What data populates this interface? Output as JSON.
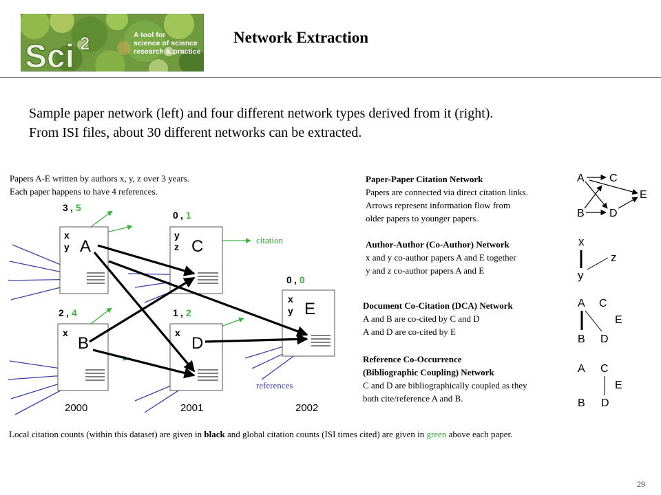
{
  "slide": {
    "title": "Network Extraction",
    "intro_line1": "Sample paper network (left) and four different network types derived from it (right).",
    "intro_line2": "From ISI files, about 30 different networks can be extracted.",
    "page_number": "29"
  },
  "logo": {
    "tagline_lines": [
      "A tool for",
      "science of science",
      "research & practice"
    ],
    "wordmark": "Sci",
    "superscript": "2"
  },
  "left_description": [
    "Papers A-E written by authors x, y, z over 3 years.",
    "Each paper happens to have 4 references."
  ],
  "papers": [
    {
      "id": "A",
      "authors": [
        "x",
        "y"
      ],
      "local_count": "3",
      "global_count": "5"
    },
    {
      "id": "B",
      "authors": [
        "x"
      ],
      "local_count": "2",
      "global_count": "4"
    },
    {
      "id": "C",
      "authors": [
        "y",
        "z"
      ],
      "local_count": "0",
      "global_count": "1"
    },
    {
      "id": "D",
      "authors": [
        "x"
      ],
      "local_count": "1",
      "global_count": "2"
    },
    {
      "id": "E",
      "authors": [
        "x",
        "y"
      ],
      "local_count": "0",
      "global_count": "0"
    }
  ],
  "diagram_labels": {
    "citation": "citation",
    "references": "references",
    "years": [
      "2000",
      "2001",
      "2002"
    ]
  },
  "networks": [
    {
      "title": "Paper-Paper Citation Network",
      "lines": [
        "Papers are connected via direct citation links.",
        "Arrows represent information flow from",
        "older papers to younger papers."
      ],
      "node_labels": [
        "A",
        "C",
        "E",
        "B",
        "D"
      ]
    },
    {
      "title": "Author-Author (Co-Author) Network",
      "lines": [
        "x and y co-author papers A and E together",
        "y and z co-author papers A and E"
      ],
      "node_labels": [
        "x",
        "z",
        "y"
      ]
    },
    {
      "title": "Document Co-Citation (DCA) Network",
      "lines": [
        "A and B are co-cited by C and D",
        "A and D are co-cited by E"
      ],
      "node_labels": [
        "A",
        "C",
        "E",
        "B",
        "D"
      ]
    },
    {
      "title": "Reference Co-Occurrence",
      "lines": [
        "(Bibliographic Coupling) Network",
        "C and D are bibliographically coupled as they",
        "both cite/reference A and B."
      ],
      "node_labels": [
        "A",
        "C",
        "E",
        "B",
        "D"
      ]
    }
  ],
  "footnote": {
    "part1": "Local citation counts (within this dataset) are given in ",
    "black_word": "black",
    "part2": " and global citation counts (ISI times cited) are given in ",
    "green_word": "green",
    "part3": " above each paper."
  },
  "colors": {
    "citation_arrow": "#3db53d",
    "reference_arrow": "#3a3fa8",
    "local_link": "#000000"
  }
}
